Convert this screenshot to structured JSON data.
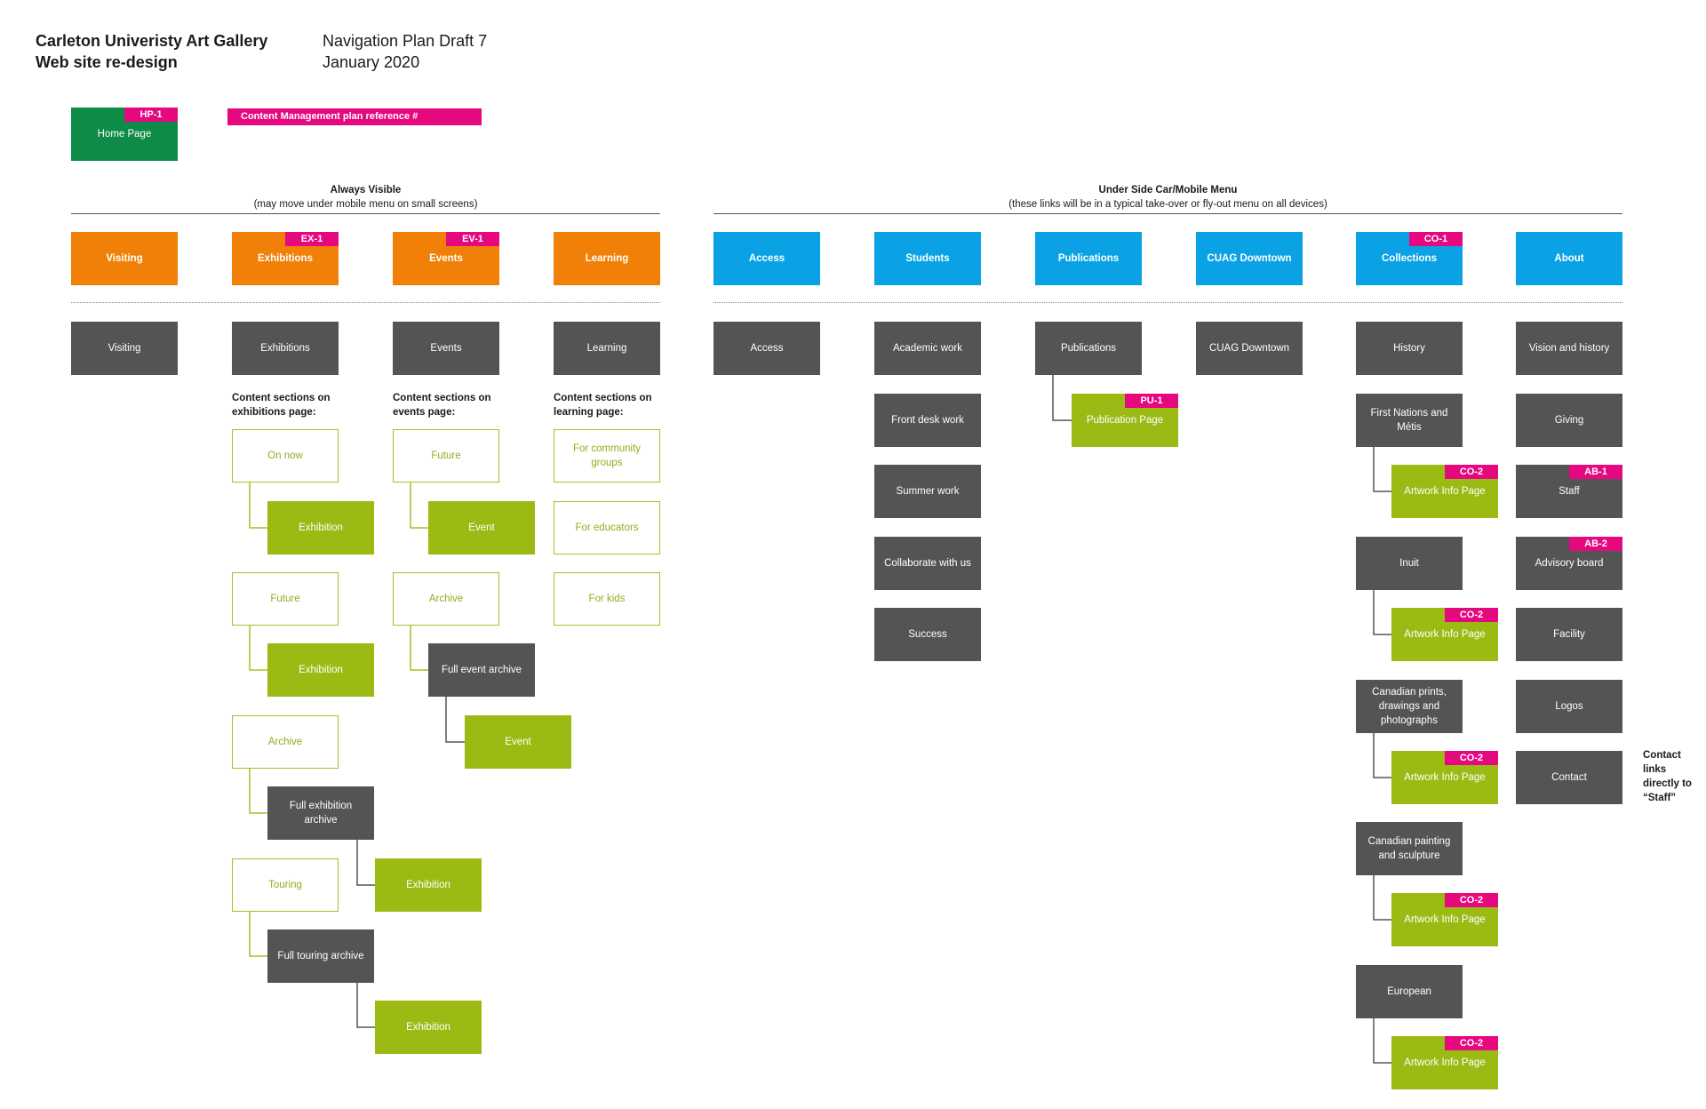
{
  "header": {
    "org_line1": "Carleton Univeristy Art Gallery",
    "org_line2": "Web site re-design",
    "doc_line1": "Navigation Plan Draft 7",
    "doc_line2": "January 2020"
  },
  "home": {
    "label": "Home Page",
    "tag": "HP-1"
  },
  "legend_label": "Content Management plan reference #",
  "sections": {
    "always_title": "Always Visible",
    "always_sub": "(may move under mobile menu on small screens)",
    "side_title": "Under Side Car/Mobile Menu",
    "side_sub": "(these links will be in a typical take-over or fly-out menu on all devices)"
  },
  "top_nav": [
    {
      "label": "Visiting",
      "tag": ""
    },
    {
      "label": "Exhibitions",
      "tag": "EX-1"
    },
    {
      "label": "Events",
      "tag": "EV-1"
    },
    {
      "label": "Learning",
      "tag": ""
    },
    {
      "label": "Access",
      "tag": ""
    },
    {
      "label": "Students",
      "tag": ""
    },
    {
      "label": "Publications",
      "tag": ""
    },
    {
      "label": "CUAG Downtown",
      "tag": ""
    },
    {
      "label": "Collections",
      "tag": "CO-1"
    },
    {
      "label": "About",
      "tag": ""
    }
  ],
  "pages": {
    "visiting": "Visiting",
    "exhibitions": "Exhibitions",
    "events": "Events",
    "learning": "Learning",
    "access": "Access",
    "cuag_downtown": "CUAG Downtown"
  },
  "content_notes": {
    "exhibitions": [
      "Content sections on",
      "exhibitions page:"
    ],
    "events": [
      "Content sections on",
      "events page:"
    ],
    "learning": [
      "Content sections on",
      "learning page:"
    ]
  },
  "exhibitions_tree": {
    "on_now": "On now",
    "exhibition": "Exhibition",
    "future": "Future",
    "archive": "Archive",
    "full_archive": "Full exhibition archive",
    "touring": "Touring",
    "full_touring": "Full touring archive"
  },
  "events_tree": {
    "future": "Future",
    "event": "Event",
    "archive": "Archive",
    "full_archive": "Full event archive"
  },
  "learning_tree": [
    "For community groups",
    "For educators",
    "For kids"
  ],
  "students_tree": [
    "Academic work",
    "Front desk work",
    "Summer work",
    "Collaborate with us",
    "Success"
  ],
  "publications_tree": {
    "parent": "Publications",
    "child": "Publication Page",
    "child_tag": "PU-1"
  },
  "collections_tree": {
    "items": [
      "History",
      "First Nations and Métis",
      "Inuit",
      "Canadian prints, drawings and photographs",
      "Canadian painting and sculpture",
      "European"
    ],
    "artwork_label": "Artwork Info Page",
    "artwork_tag": "CO-2"
  },
  "about_tree": [
    {
      "label": "Vision and history",
      "tag": ""
    },
    {
      "label": "Giving",
      "tag": ""
    },
    {
      "label": "Staff",
      "tag": "AB-1"
    },
    {
      "label": "Advisory board",
      "tag": "AB-2"
    },
    {
      "label": "Facility",
      "tag": ""
    },
    {
      "label": "Logos",
      "tag": ""
    },
    {
      "label": "Contact",
      "tag": ""
    }
  ],
  "contact_note": [
    "Contact links",
    "directly to",
    "“Staff”"
  ],
  "colors": {
    "orange": "#F08008",
    "blue": "#0AA2E4",
    "dark_gray": "#545454",
    "lime": "#9BBB14",
    "magenta": "#E5087E",
    "home_green": "#0E8C47"
  }
}
